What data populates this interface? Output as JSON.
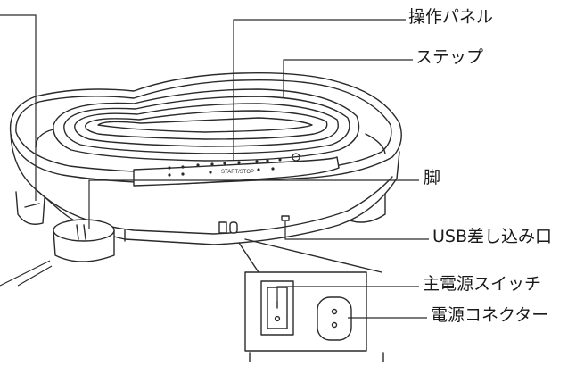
{
  "diagram": {
    "callouts": {
      "panel": "操作パネル",
      "step": "ステップ",
      "leg": "脚",
      "usb": "USB差し込み口",
      "main_switch": "主電源スイッチ",
      "connector": "電源コネクター"
    },
    "panel_text": "START/STOP",
    "colors": {
      "line": "#2a2a2a",
      "fill": "#ffffff",
      "shade": "#e9e9e9"
    }
  }
}
